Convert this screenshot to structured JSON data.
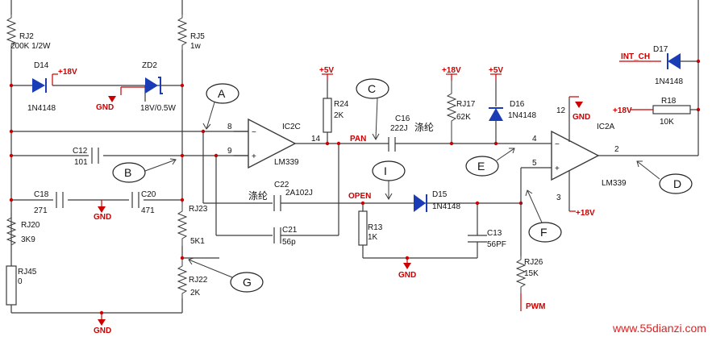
{
  "components": {
    "rj2": {
      "ref": "RJ2",
      "value": "200K 1/2W"
    },
    "rj5": {
      "ref": "RJ5",
      "value": "1w"
    },
    "d14": {
      "ref": "D14",
      "value": "1N4148"
    },
    "zd2": {
      "ref": "ZD2",
      "value": "18V/0.5W"
    },
    "ic2c": {
      "ref": "IC2C",
      "value": "LM339",
      "pin_minus": "8",
      "pin_plus": "9",
      "pin_out": "14"
    },
    "c12": {
      "ref": "C12",
      "value": "101"
    },
    "c18": {
      "ref": "C18",
      "value": "271"
    },
    "c20": {
      "ref": "C20",
      "value": "471"
    },
    "rj20": {
      "ref": "RJ20",
      "value": "3K9"
    },
    "rj45": {
      "ref": "RJ45",
      "value": "0"
    },
    "rj23": {
      "ref": "RJ23",
      "value": "5K1"
    },
    "rj22": {
      "ref": "RJ22",
      "value": "2K"
    },
    "r24": {
      "ref": "R24",
      "value": "2K"
    },
    "c16": {
      "ref": "C16",
      "value": "222J"
    },
    "c22": {
      "ref": "C22",
      "value": "2A102J"
    },
    "c21": {
      "ref": "C21",
      "value": "56p"
    },
    "rj17": {
      "ref": "RJ17",
      "value": "62K"
    },
    "d16": {
      "ref": "D16",
      "value": "1N4148"
    },
    "d15": {
      "ref": "D15",
      "value": "1N4148"
    },
    "r13": {
      "ref": "R13",
      "value": "1K"
    },
    "c13": {
      "ref": "C13",
      "value": "56PF"
    },
    "rj26": {
      "ref": "RJ26",
      "value": "15K"
    },
    "ic2a": {
      "ref": "IC2A",
      "value": "LM339",
      "pin_minus": "4",
      "pin_plus": "5",
      "pin_out": "2",
      "pin_vcc": "3",
      "pin_gnd": "12"
    },
    "d17": {
      "ref": "D17",
      "value": "1N4148"
    },
    "r18": {
      "ref": "R18",
      "value": "10K"
    }
  },
  "supplies": {
    "p18v": "+18V",
    "p5v": "+5V",
    "gnd": "GND"
  },
  "nets": {
    "pan": "PAN",
    "open": "OPEN",
    "pwm": "PWM",
    "int_ch": "INT_CH"
  },
  "notes": {
    "polyester": "涤纶"
  },
  "callouts": [
    "A",
    "B",
    "C",
    "D",
    "E",
    "F",
    "G",
    "I"
  ],
  "watermark": "www.55dianzi.com"
}
